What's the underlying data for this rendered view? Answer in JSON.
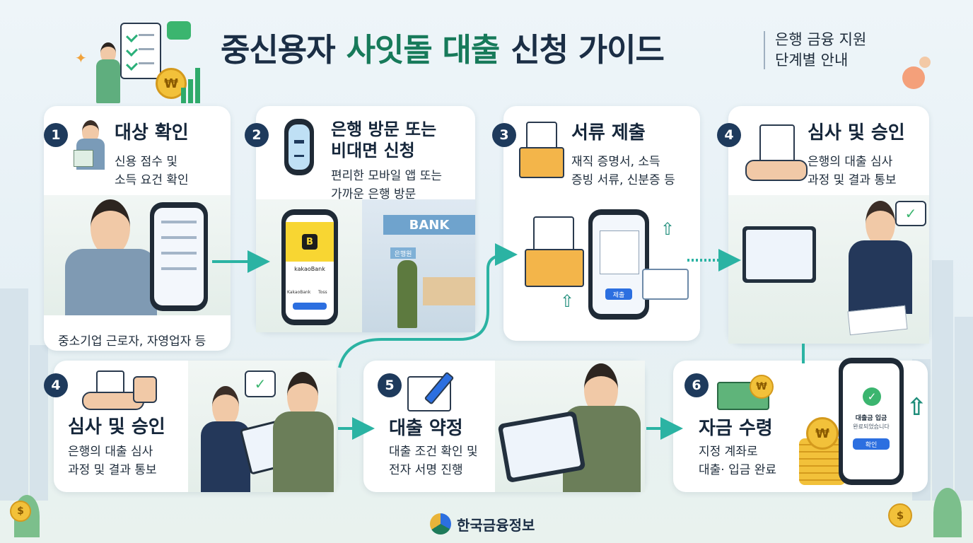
{
  "header": {
    "title_part1": "중신용자",
    "title_part2": "사잇돌 대출",
    "title_part3": "신청 가이드",
    "subtitle_line1": "은행 금융 지원",
    "subtitle_line2": "단계별 안내"
  },
  "steps": [
    {
      "number": "1",
      "title": "대상 확인",
      "desc_line1": "신용 점수 및",
      "desc_line2": "소득 요건 확인",
      "note": "중소기업 근로자, 자영업자 등"
    },
    {
      "number": "2",
      "title_line1": "은행 방문 또는",
      "title_line2": "비대면 신청",
      "desc_line1": "편리한 모바일 앱 또는",
      "desc_line2": "가까운 은행 방문",
      "app_name": "kakaoBank",
      "app_logo_letter": "B",
      "app_btn1": "KakaoBank",
      "app_btn2": "Toss",
      "bank_sign": "BANK",
      "counter_sign": "은행원"
    },
    {
      "number": "3",
      "title": "서류 제출",
      "desc_line1": "재직 증명서, 소득",
      "desc_line2": "증빙 서류, 신분증 등",
      "phone_btn": "제출"
    },
    {
      "number": "4",
      "title": "심사 및 승인",
      "desc_line1": "은행의 대출 심사",
      "desc_line2": "과정 및 결과 통보"
    },
    {
      "number": "4",
      "title": "심사 및 승인",
      "desc_line1": "은행의 대출 심사",
      "desc_line2": "과정 및 결과 통보"
    },
    {
      "number": "5",
      "title": "대출 약정",
      "desc_line1": "대출 조건 확인 및",
      "desc_line2": "전자 서명 진행"
    },
    {
      "number": "6",
      "title": "자금 수령",
      "desc_line1": "지정 계좌로",
      "desc_line2": "대출· 입금 완료",
      "phone_line1": "대출금 입금",
      "phone_line2": "완료되었습니다",
      "phone_btn": "확인"
    }
  ],
  "footer": {
    "org_name": "한국금융정보"
  },
  "colors": {
    "navy": "#1e3a5c",
    "teal": "#2bb3a3",
    "accent_green": "#1e7b5a",
    "gold": "#e9b43a"
  }
}
